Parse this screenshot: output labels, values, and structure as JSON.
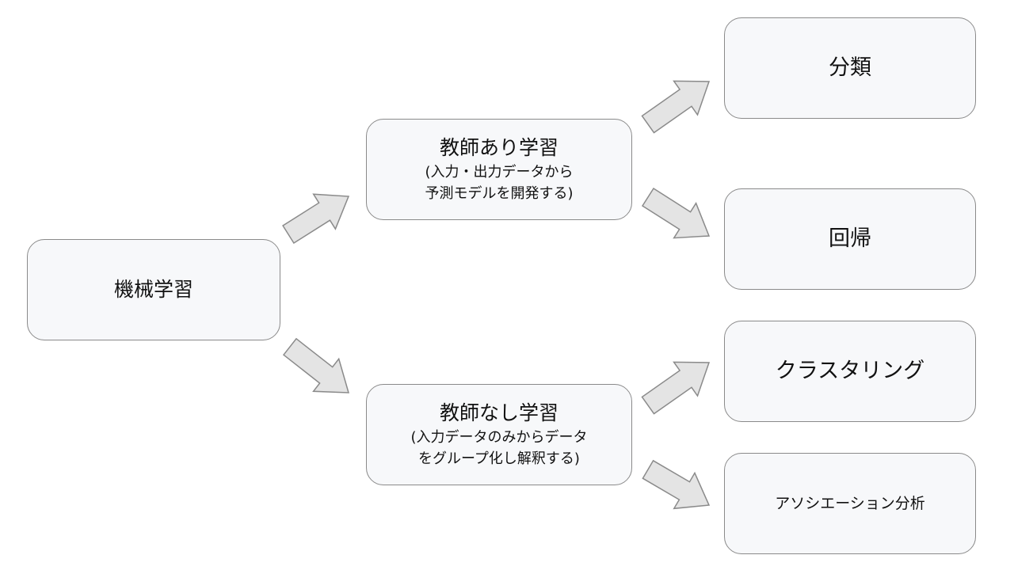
{
  "nodes": {
    "ml": {
      "title": "機械学習"
    },
    "supervised": {
      "title": "教師あり学習",
      "sub1": "(入力・出力データから",
      "sub2": "予測モデルを開発する)"
    },
    "unsupervised": {
      "title": "教師なし学習",
      "sub1": "(入力データのみからデータ",
      "sub2": "をグループ化し解釈する)"
    },
    "classification": {
      "title": "分類"
    },
    "regression": {
      "title": "回帰"
    },
    "clustering": {
      "title": "クラスタリング"
    },
    "association": {
      "title": "アソシエーション分析"
    }
  },
  "colors": {
    "node_fill": "#f7f8fa",
    "node_border": "#8a8a8a",
    "arrow_fill": "#e4e4e4"
  }
}
